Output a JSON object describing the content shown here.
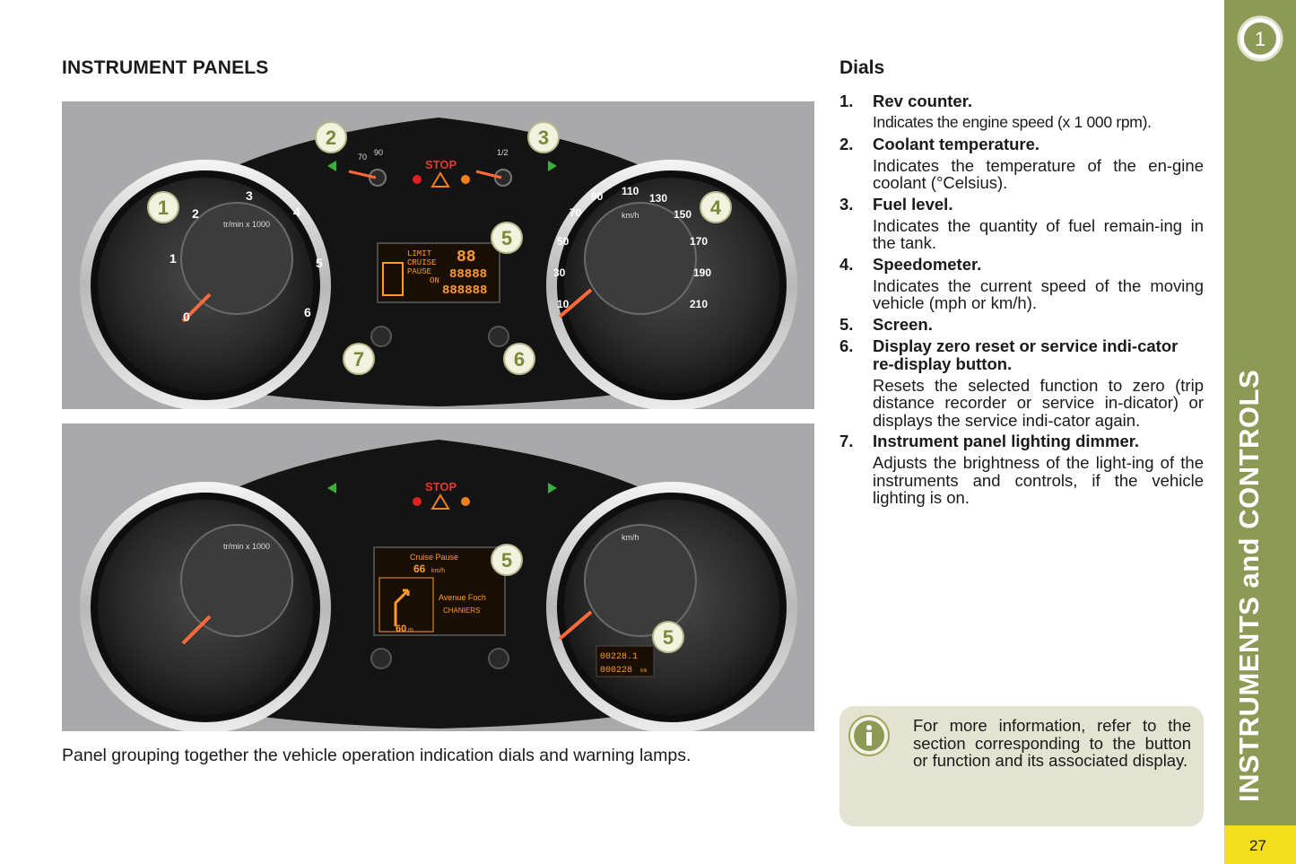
{
  "heading": "INSTRUMENT PANELS",
  "caption": "Panel grouping together the vehicle operation indication dials and warning lamps.",
  "figure_top": {
    "rev_units": "tr/min x 1000",
    "rev_ticks": [
      "0",
      "1",
      "2",
      "3",
      "4",
      "5",
      "6"
    ],
    "speed_units": "km/h",
    "speed_ticks": [
      "10",
      "30",
      "50",
      "70",
      "90",
      "110",
      "130",
      "150",
      "170",
      "190",
      "210"
    ],
    "stop_label": "STOP",
    "temp_ticks": [
      "70",
      "90"
    ],
    "fuel_ticks": [
      "1/2"
    ],
    "callouts": [
      "1",
      "2",
      "3",
      "4",
      "5",
      "6",
      "7"
    ],
    "screen_labels": [
      "LIMIT",
      "CRUISE",
      "PAUSE",
      "ON",
      "88",
      "88888",
      "888888"
    ]
  },
  "figure_bottom": {
    "rev_units": "tr/min x 1000",
    "speed_units": "km/h",
    "stop_label": "STOP",
    "callouts": [
      "5",
      "5"
    ],
    "screen_cruise": "Cruise Pause",
    "screen_speed": "66",
    "screen_speed_unit": "km/h",
    "screen_street": "Avenue Foch",
    "screen_city": "CHANIERS",
    "screen_distance": "60",
    "screen_distance_unit": "m",
    "odometer_trip": "00228.1",
    "odometer_total": "000228",
    "odometer_unit": "km"
  },
  "dials": {
    "title": "Dials",
    "items": [
      {
        "num": "1.",
        "title": "Rev counter.",
        "desc": "Indicates the engine speed (x 1 000 rpm)."
      },
      {
        "num": "2.",
        "title": "Coolant temperature.",
        "desc": "Indicates the temperature of the en-gine coolant (°Celsius)."
      },
      {
        "num": "3.",
        "title": "Fuel level.",
        "desc": "Indicates the quantity of fuel remain-ing in the tank."
      },
      {
        "num": "4.",
        "title": "Speedometer.",
        "desc": "Indicates the current speed of the moving vehicle (mph or km/h)."
      },
      {
        "num": "5.",
        "title": "Screen.",
        "desc": ""
      },
      {
        "num": "6.",
        "title": "Display zero reset or service indi-cator re-display button.",
        "desc": "Resets the selected function to zero (trip distance recorder or service in-dicator) or displays the service indi-cator again."
      },
      {
        "num": "7.",
        "title": "Instrument panel lighting dimmer.",
        "desc": "Adjusts the brightness of the light-ing of the instruments and controls, if the vehicle lighting is on."
      }
    ]
  },
  "info": {
    "icon": "info-icon",
    "text": "For more information, refer to the section corresponding to the button or function and its associated display."
  },
  "side": {
    "chapter": "1",
    "title": "INSTRUMENTS and CONTROLS",
    "page_number": "27",
    "strip_color": "#8d9a55",
    "page_box_color": "#f2de1a"
  }
}
